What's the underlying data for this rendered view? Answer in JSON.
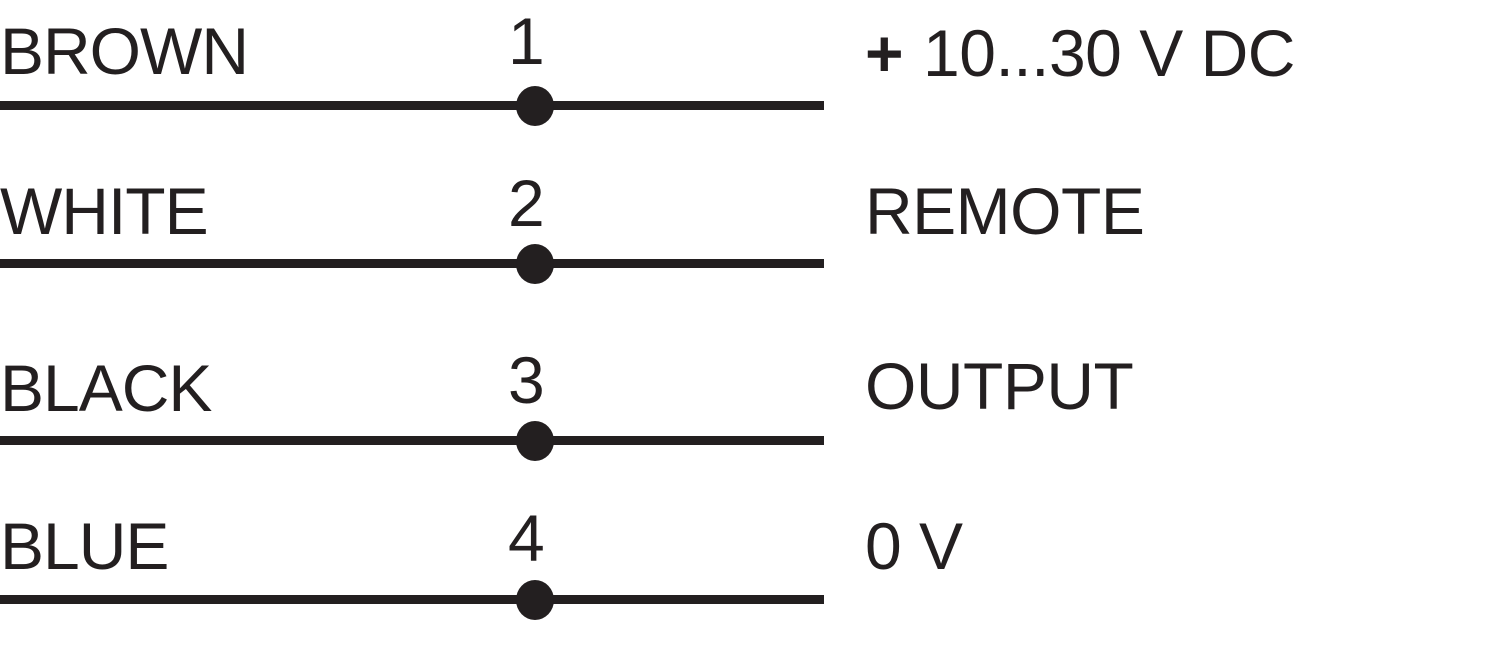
{
  "wiring": {
    "rows": [
      {
        "wire_color": "BROWN",
        "pin": "1",
        "function_prefix": "+",
        "function": "10...30 V DC"
      },
      {
        "wire_color": "WHITE",
        "pin": "2",
        "function_prefix": "",
        "function": "REMOTE"
      },
      {
        "wire_color": "BLACK",
        "pin": "3",
        "function_prefix": "",
        "function": "OUTPUT"
      },
      {
        "wire_color": "BLUE",
        "pin": "4",
        "function_prefix": "",
        "function": "0 V"
      }
    ]
  },
  "colors": {
    "ink": "#231f20",
    "background": "#ffffff"
  }
}
